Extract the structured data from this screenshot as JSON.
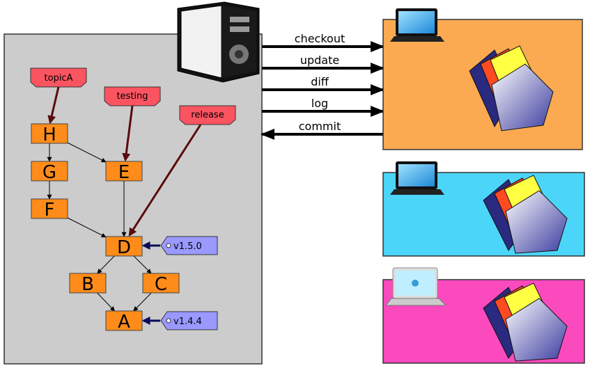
{
  "repository": {
    "nodes": [
      {
        "id": "H",
        "label": "H"
      },
      {
        "id": "G",
        "label": "G"
      },
      {
        "id": "F",
        "label": "F"
      },
      {
        "id": "E",
        "label": "E"
      },
      {
        "id": "D",
        "label": "D"
      },
      {
        "id": "B",
        "label": "B"
      },
      {
        "id": "C",
        "label": "C"
      },
      {
        "id": "A",
        "label": "A"
      }
    ],
    "branches": [
      {
        "id": "topicA",
        "label": "topicA",
        "target": "H"
      },
      {
        "id": "testing",
        "label": "testing",
        "target": "E"
      },
      {
        "id": "release",
        "label": "release",
        "target": "D"
      }
    ],
    "tags": [
      {
        "id": "v150",
        "label": "v1.5.0",
        "target": "D"
      },
      {
        "id": "v144",
        "label": "v1.4.4",
        "target": "A"
      }
    ],
    "edges": [
      [
        "H",
        "G"
      ],
      [
        "G",
        "F"
      ],
      [
        "H",
        "E"
      ],
      [
        "F",
        "D"
      ],
      [
        "E",
        "D"
      ],
      [
        "D",
        "B"
      ],
      [
        "D",
        "C"
      ],
      [
        "B",
        "A"
      ],
      [
        "C",
        "A"
      ]
    ]
  },
  "operations": [
    {
      "id": "checkout",
      "label": "checkout",
      "direction": "to-client"
    },
    {
      "id": "update",
      "label": "update",
      "direction": "to-client"
    },
    {
      "id": "diff",
      "label": "diff",
      "direction": "to-client"
    },
    {
      "id": "log",
      "label": "log",
      "direction": "to-client"
    },
    {
      "id": "commit",
      "label": "commit",
      "direction": "to-server"
    }
  ],
  "clients": [
    {
      "id": "client-1",
      "color": "#FBAA52",
      "computer": "laptop-icon"
    },
    {
      "id": "client-2",
      "color": "#4BD5F9",
      "computer": "laptop-icon"
    },
    {
      "id": "client-3",
      "color": "#FA4ABE",
      "computer": "macbook-icon"
    }
  ],
  "colors": {
    "repo_panel": "#CCCCCC",
    "commit_node": "#FF8C1A",
    "branch_flag": "#FB5461",
    "branch_pointer": "#5A0A0A",
    "tag_fill": "#9999FF",
    "tag_pointer": "#0A0A5A"
  }
}
